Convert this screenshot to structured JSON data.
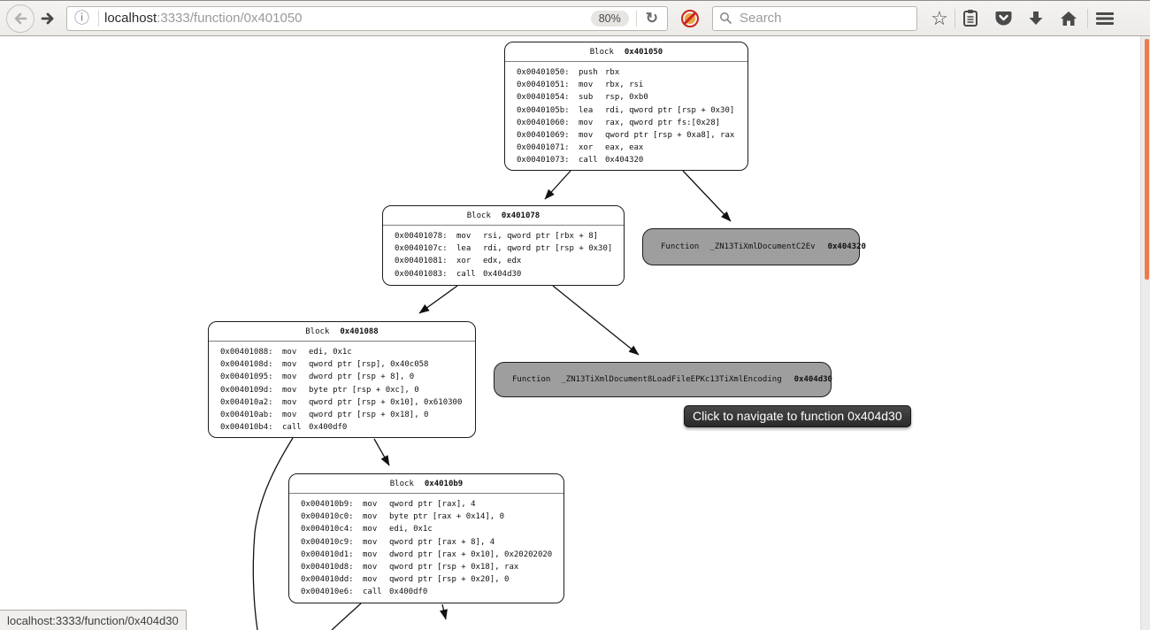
{
  "browser": {
    "url": {
      "host": "localhost",
      "rest": ":3333/function/0x401050"
    },
    "zoom_level": "80%",
    "search": {
      "placeholder": "Search"
    },
    "toolbar_icons": [
      "back",
      "forward",
      "page-info",
      "reload",
      "noscript",
      "search",
      "bookmark-star",
      "reading-list",
      "pocket",
      "download",
      "home",
      "menu"
    ]
  },
  "tooltip": {
    "text": "Click to navigate to function 0x404d30"
  },
  "status_bar": {
    "text": "localhost:3333/function/0x404d30"
  },
  "graph": {
    "blocks": [
      {
        "type_label": "Block",
        "address": "0x401050",
        "instructions": [
          {
            "addr": "0x00401050:",
            "mn": "push",
            "ops": "rbx"
          },
          {
            "addr": "0x00401051:",
            "mn": "mov",
            "ops": "rbx, rsi"
          },
          {
            "addr": "0x00401054:",
            "mn": "sub",
            "ops": "rsp, 0xb0"
          },
          {
            "addr": "0x0040105b:",
            "mn": "lea",
            "ops": "rdi, qword ptr [rsp + 0x30]"
          },
          {
            "addr": "0x00401060:",
            "mn": "mov",
            "ops": "rax, qword ptr fs:[0x28]"
          },
          {
            "addr": "0x00401069:",
            "mn": "mov",
            "ops": "qword ptr [rsp + 0xa8], rax"
          },
          {
            "addr": "0x00401071:",
            "mn": "xor",
            "ops": "eax, eax"
          },
          {
            "addr": "0x00401073:",
            "mn": "call",
            "ops": "0x404320"
          }
        ]
      },
      {
        "type_label": "Block",
        "address": "0x401078",
        "instructions": [
          {
            "addr": "0x00401078:",
            "mn": "mov",
            "ops": "rsi, qword ptr [rbx + 8]"
          },
          {
            "addr": "0x0040107c:",
            "mn": "lea",
            "ops": "rdi, qword ptr [rsp + 0x30]"
          },
          {
            "addr": "0x00401081:",
            "mn": "xor",
            "ops": "edx, edx"
          },
          {
            "addr": "0x00401083:",
            "mn": "call",
            "ops": "0x404d30"
          }
        ]
      },
      {
        "type_label": "Block",
        "address": "0x401088",
        "instructions": [
          {
            "addr": "0x00401088:",
            "mn": "mov",
            "ops": "edi, 0x1c"
          },
          {
            "addr": "0x0040108d:",
            "mn": "mov",
            "ops": "qword ptr [rsp], 0x40c058"
          },
          {
            "addr": "0x00401095:",
            "mn": "mov",
            "ops": "dword ptr [rsp + 8], 0"
          },
          {
            "addr": "0x0040109d:",
            "mn": "mov",
            "ops": "byte ptr [rsp + 0xc], 0"
          },
          {
            "addr": "0x004010a2:",
            "mn": "mov",
            "ops": "qword ptr [rsp + 0x10], 0x610300"
          },
          {
            "addr": "0x004010ab:",
            "mn": "mov",
            "ops": "qword ptr [rsp + 0x18], 0"
          },
          {
            "addr": "0x004010b4:",
            "mn": "call",
            "ops": "0x400df0"
          }
        ]
      },
      {
        "type_label": "Block",
        "address": "0x4010b9",
        "instructions": [
          {
            "addr": "0x004010b9:",
            "mn": "mov",
            "ops": "qword ptr [rax], 4"
          },
          {
            "addr": "0x004010c0:",
            "mn": "mov",
            "ops": "byte ptr [rax + 0x14], 0"
          },
          {
            "addr": "0x004010c4:",
            "mn": "mov",
            "ops": "edi, 0x1c"
          },
          {
            "addr": "0x004010c9:",
            "mn": "mov",
            "ops": "qword ptr [rax + 8], 4"
          },
          {
            "addr": "0x004010d1:",
            "mn": "mov",
            "ops": "dword ptr [rax + 0x10], 0x20202020"
          },
          {
            "addr": "0x004010d8:",
            "mn": "mov",
            "ops": "qword ptr [rsp + 0x18], rax"
          },
          {
            "addr": "0x004010dd:",
            "mn": "mov",
            "ops": "qword ptr [rsp + 0x20], 0"
          },
          {
            "addr": "0x004010e6:",
            "mn": "call",
            "ops": "0x400df0"
          }
        ]
      }
    ],
    "functions": [
      {
        "type_label": "Function",
        "name": "_ZN13TiXmlDocumentC2Ev",
        "address": "0x404320"
      },
      {
        "type_label": "Function",
        "name": "_ZN13TiXmlDocument8LoadFileEPKc13TiXmlEncoding",
        "address": "0x404d30"
      }
    ],
    "edges": [
      {
        "from": "0x401050",
        "to": "0x401078"
      },
      {
        "from": "0x401050",
        "to": "function 0x404320"
      },
      {
        "from": "0x401078",
        "to": "0x401088"
      },
      {
        "from": "0x401078",
        "to": "function 0x404d30"
      },
      {
        "from": "0x401088",
        "to": "0x4010b9"
      },
      {
        "from": "0x401088",
        "to": "offscreen-below"
      },
      {
        "from": "0x4010b9",
        "to": "offscreen-below-left"
      },
      {
        "from": "0x4010b9",
        "to": "offscreen-below-center"
      }
    ]
  },
  "colors": {
    "accent_scrollbar": "#ea7b4e",
    "function_node_bg": "#9e9e9e",
    "tooltip_bg": "#2f2f2f",
    "block_border": "#1c1c1c"
  }
}
